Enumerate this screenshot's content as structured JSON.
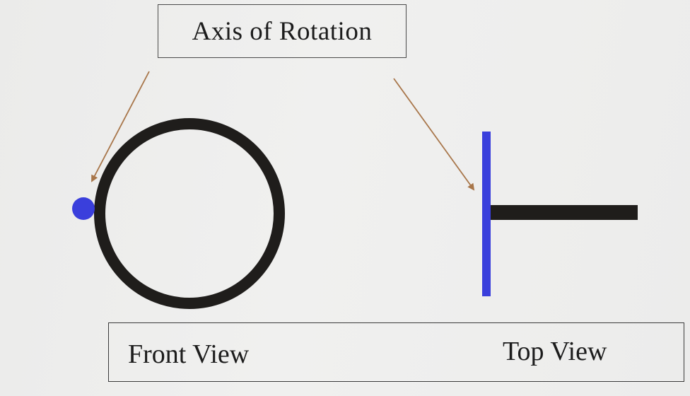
{
  "axis_label": "Axis of Rotation",
  "captions": {
    "front_view": "Front View",
    "top_view": "Top View"
  },
  "colors": {
    "ring": "#1f1d1b",
    "axis": "#3a3fdc",
    "arrow": "#a8764a",
    "rod": "#1f1d1b"
  }
}
